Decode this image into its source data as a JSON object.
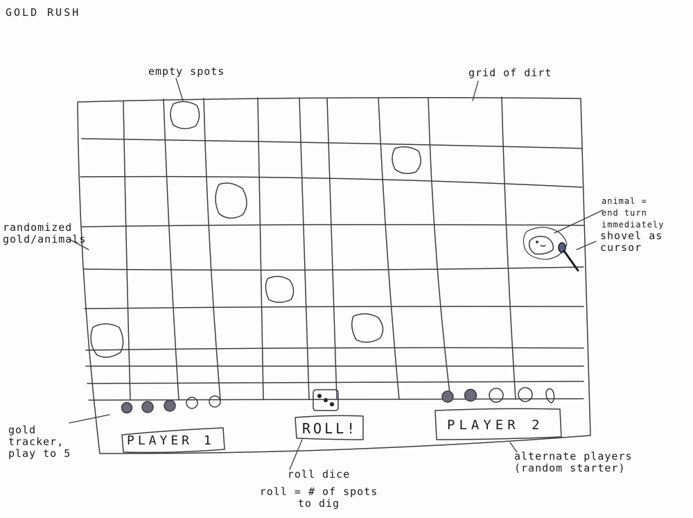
{
  "title": "GOLD RUSH",
  "annotations": {
    "empty_spots": "empty spots",
    "grid_of_dirt": "grid of dirt",
    "randomized": [
      "randomized",
      "gold/animals"
    ],
    "animal": [
      "animal =",
      "end turn immediately"
    ],
    "shovel": [
      "shovel as",
      "cursor"
    ],
    "gold_tracker": [
      "gold",
      "tracker,",
      "play to 5"
    ],
    "roll_dice": [
      "roll dice",
      "roll = # of spots to dig"
    ],
    "alternate": [
      "alternate players",
      "(random starter)"
    ]
  },
  "board": {
    "player1_label": "PLAYER 1",
    "player2_label": "PLAYER 2",
    "roll_button": "ROLL!",
    "player1_gold": 3,
    "player2_gold": 2,
    "gold_target": 5,
    "die_face": 3
  }
}
